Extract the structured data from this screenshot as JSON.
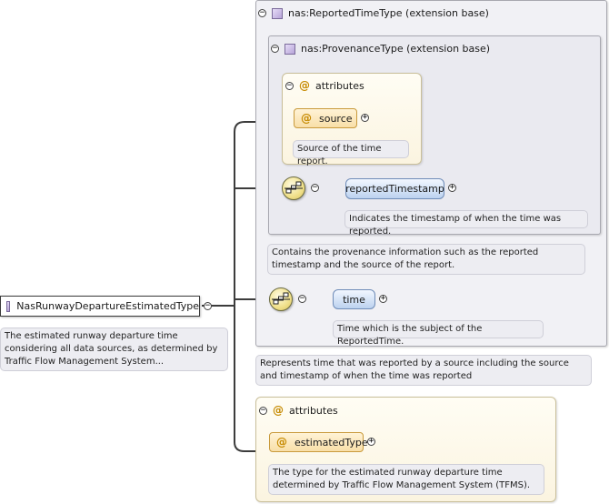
{
  "root": {
    "name": "NasRunwayDepartureEstimatedType",
    "description": "The estimated runway departure time considering all data sources, as determined by Traffic Flow Management System..."
  },
  "reported_time": {
    "title": "nas:ReportedTimeType (extension base)",
    "description": "Represents time that was reported by a source including the source and timestamp of when the time was reported"
  },
  "provenance": {
    "title": "nas:ProvenanceType (extension base)",
    "description": "Contains the provenance information such as the reported timestamp and the source of the report.",
    "attributes_label": "attributes",
    "source_name": "source",
    "source_description": "Source of the time report.",
    "timestamp_name": "reportedTimestamp",
    "timestamp_description": "Indicates the timestamp of when the time was reported."
  },
  "time_element": {
    "name": "time",
    "description": "Time which is the subject of the ReportedTime."
  },
  "own_attributes": {
    "label": "attributes",
    "estimated_type_name": "estimatedType",
    "estimated_type_description": "The type for the estimated runway departure time determined by Traffic Flow Management System (TFMS)."
  },
  "symbols": {
    "collapse": "−",
    "expand": "+",
    "attribute": "@"
  },
  "icons": {
    "type": "complex-type-icon",
    "sequence": "sequence-icon",
    "attribute": "attribute-icon"
  }
}
